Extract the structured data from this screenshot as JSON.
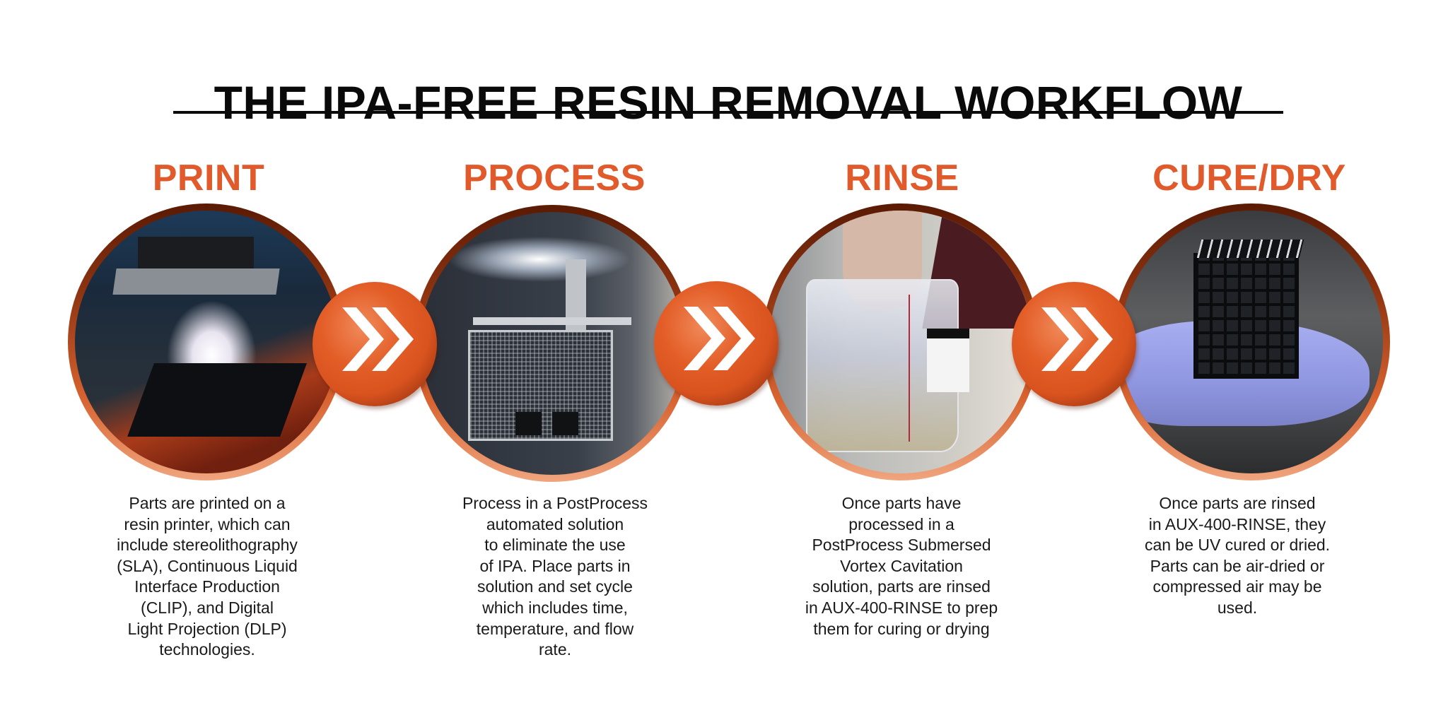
{
  "header": {
    "title": "THE IPA-FREE RESIN REMOVAL WORKFLOW"
  },
  "colors": {
    "accent": "#e05a2b",
    "title": "#0a0a0a",
    "body_text": "#1a1a1a",
    "ring_dark": "#5a1a04",
    "ring_light": "#f0a57e"
  },
  "steps": [
    {
      "title": "PRINT",
      "image": "resin-printer-photo",
      "description_lines": [
        "Parts are printed on a",
        "resin printer, which can",
        "include stereolithography",
        "(SLA), Continuous Liquid",
        "Interface Production",
        "(CLIP), and Digital",
        "Light Projection (DLP)",
        "technologies."
      ]
    },
    {
      "title": "PROCESS",
      "image": "postprocess-basket-photo",
      "description_lines": [
        "Process in a PostProcess",
        "automated solution",
        "to eliminate the use",
        "of IPA. Place parts in",
        "solution and set cycle",
        "which includes time,",
        "temperature, and flow",
        "rate."
      ]
    },
    {
      "title": "RINSE",
      "image": "rinse-bucket-photo",
      "description_lines": [
        "Once parts have",
        "processed in a",
        "PostProcess Submersed",
        "Vortex Cavitation",
        "solution, parts are rinsed",
        "in AUX-400-RINSE to prep",
        "them for curing or drying"
      ]
    },
    {
      "title": "CURE/DRY",
      "image": "lattice-cube-in-glove-photo",
      "description_lines": [
        "Once parts are rinsed",
        "in AUX-400-RINSE, they",
        "can be UV cured or dried.",
        "Parts can be air-dried or",
        "compressed air may be",
        "used."
      ]
    }
  ],
  "connectors": [
    {
      "icon": "double-chevron-right-icon"
    },
    {
      "icon": "double-chevron-right-icon"
    },
    {
      "icon": "double-chevron-right-icon"
    }
  ]
}
